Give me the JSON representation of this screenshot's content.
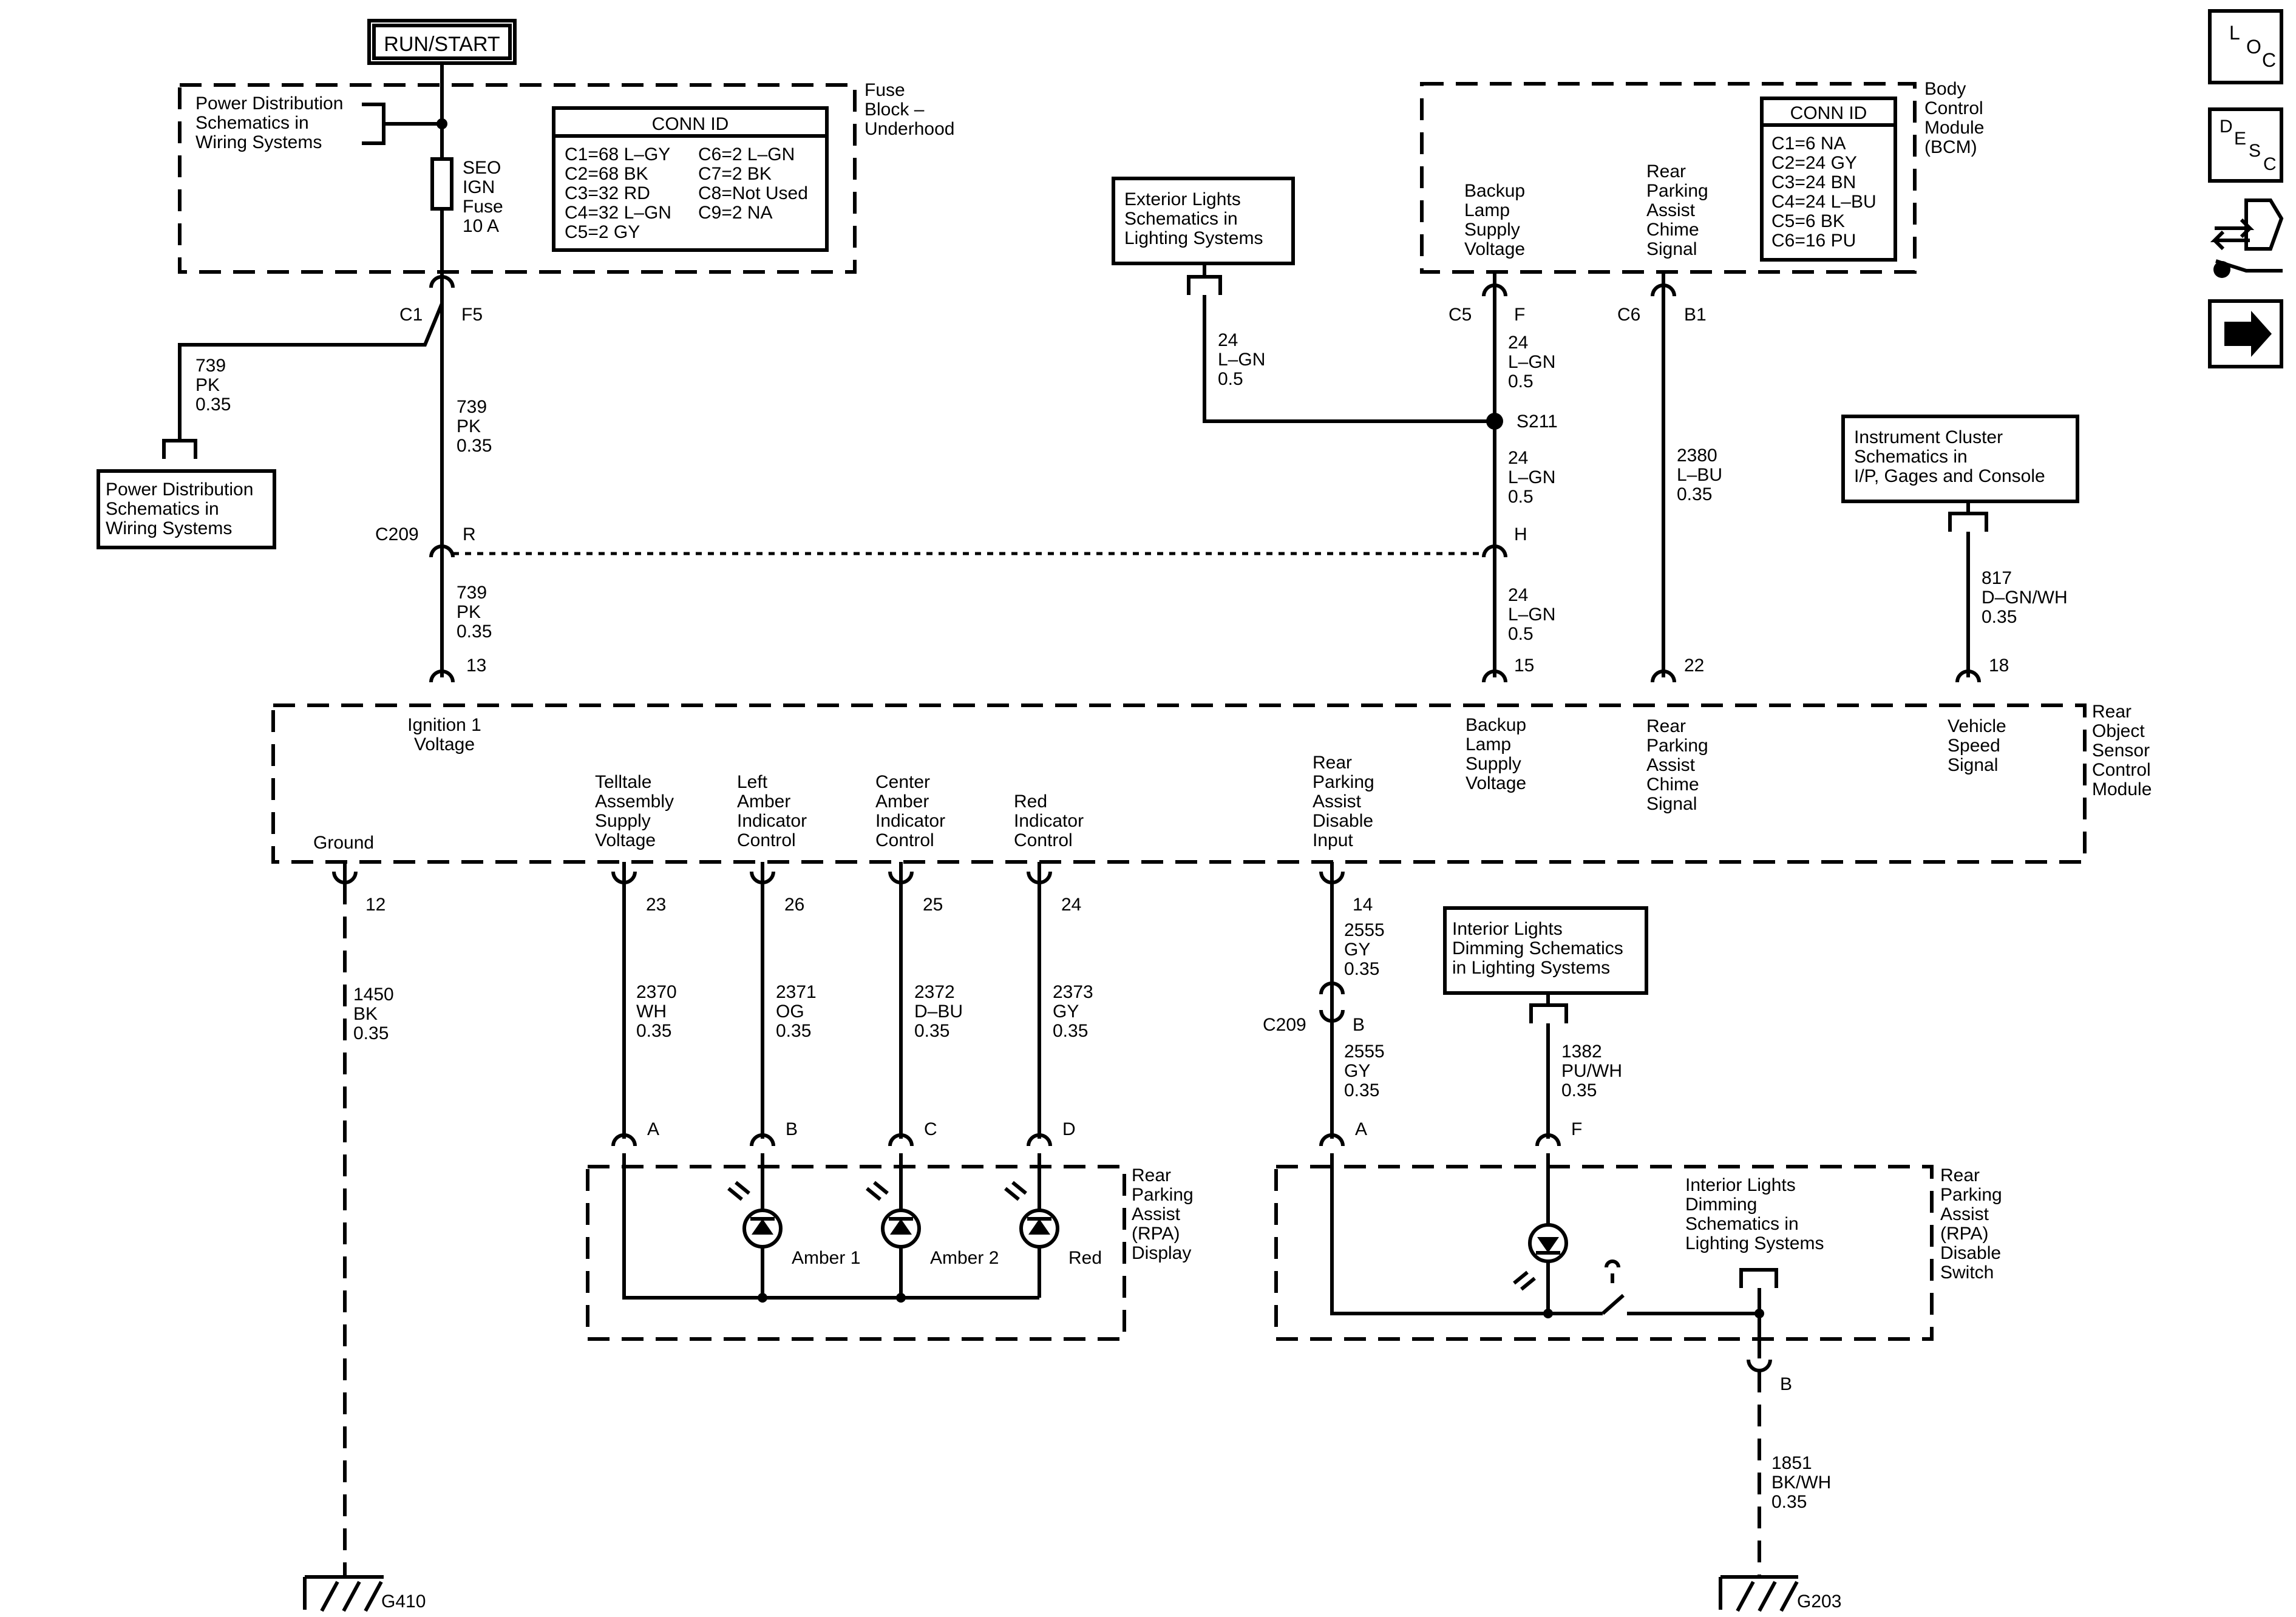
{
  "title_badge": "RUN/START",
  "nav_icons": {
    "loc": "L O C",
    "desc": "D E S C",
    "connector": "connector-end-view-icon",
    "next": "next-arrow-icon"
  },
  "fuse_block": {
    "label": [
      "Fuse",
      "Block –",
      "Underhood"
    ],
    "power_dist_ref": [
      "Power Distribution",
      "Schematics in",
      "Wiring Systems"
    ],
    "fuse": [
      "SEO",
      "IGN",
      "Fuse",
      "10 A"
    ],
    "conn_id_title": "CONN ID",
    "conn_col1": [
      "C1=68 L–GY",
      "C2=68 BK",
      "C3=32 RD",
      "C4=32 L–GN",
      "C5=2 GY"
    ],
    "conn_col2": [
      "C6=2 L–GN",
      "C7=2 BK",
      "C8=Not Used",
      "C9=2 NA"
    ],
    "conn": "C1",
    "pin": "F5"
  },
  "bcm": {
    "label": [
      "Body",
      "Control",
      "Module",
      "(BCM)"
    ],
    "backup_lamp": [
      "Backup",
      "Lamp",
      "Supply",
      "Voltage"
    ],
    "chime": [
      "Rear",
      "Parking",
      "Assist",
      "Chime",
      "Signal"
    ],
    "conn_id_title": "CONN ID",
    "conn_list": [
      "C1=6 NA",
      "C2=24 GY",
      "C3=24 BN",
      "C4=24 L–BU",
      "C5=6 BK",
      "C6=16 PU"
    ],
    "c5": "C5",
    "f": "F",
    "c6": "C6",
    "b1": "B1"
  },
  "refs": {
    "exterior_lights": [
      "Exterior Lights",
      "Schematics in",
      "Lighting Systems"
    ],
    "power_dist2": [
      "Power Distribution",
      "Schematics in",
      "Wiring Systems"
    ],
    "instrument_cluster": [
      "Instrument Cluster",
      "Schematics in",
      "I/P, Gages and Console"
    ],
    "interior_dimming": [
      "Interior Lights",
      "Dimming Schematics",
      "in Lighting Systems"
    ],
    "interior_dimming2": [
      "Interior Lights",
      "Dimming",
      "Schematics in",
      "Lighting Systems"
    ]
  },
  "wires": {
    "w739a": [
      "739",
      "PK",
      "0.35"
    ],
    "w739b": [
      "739",
      "PK",
      "0.35"
    ],
    "w739c": [
      "739",
      "PK",
      "0.35"
    ],
    "w24a": [
      "24",
      "L–GN",
      "0.5"
    ],
    "w24b": [
      "24",
      "L–GN",
      "0.5"
    ],
    "w24c": [
      "24",
      "L–GN",
      "0.5"
    ],
    "w24d": [
      "24",
      "L–GN",
      "0.5"
    ],
    "w2380": [
      "2380",
      "L–BU",
      "0.35"
    ],
    "w817": [
      "817",
      "D–GN/WH",
      "0.35"
    ],
    "w1450": [
      "1450",
      "BK",
      "0.35"
    ],
    "w2370": [
      "2370",
      "WH",
      "0.35"
    ],
    "w2371": [
      "2371",
      "OG",
      "0.35"
    ],
    "w2372": [
      "2372",
      "D–BU",
      "0.35"
    ],
    "w2373": [
      "2373",
      "GY",
      "0.35"
    ],
    "w2555a": [
      "2555",
      "GY",
      "0.35"
    ],
    "w2555b": [
      "2555",
      "GY",
      "0.35"
    ],
    "w1382": [
      "1382",
      "PU/WH",
      "0.35"
    ],
    "w1851": [
      "1851",
      "BK/WH",
      "0.35"
    ]
  },
  "splices": {
    "s211": "S211",
    "c209": "C209",
    "c209b": "C209",
    "r": "R",
    "h": "H",
    "b": "B"
  },
  "module": {
    "label": [
      "Rear",
      "Object",
      "Sensor",
      "Control",
      "Module"
    ],
    "ign": [
      "Ignition 1",
      "Voltage"
    ],
    "backup": [
      "Backup",
      "Lamp",
      "Supply",
      "Voltage"
    ],
    "chime": [
      "Rear",
      "Parking",
      "Assist",
      "Chime",
      "Signal"
    ],
    "vss": [
      "Vehicle",
      "Speed",
      "Signal"
    ],
    "ground": "Ground",
    "telltale": [
      "Telltale",
      "Assembly",
      "Supply",
      "Voltage"
    ],
    "left_amber": [
      "Left",
      "Amber",
      "Indicator",
      "Control"
    ],
    "center_amber": [
      "Center",
      "Amber",
      "Indicator",
      "Control"
    ],
    "red": [
      "Red",
      "Indicator",
      "Control"
    ],
    "disable": [
      "Rear",
      "Parking",
      "Assist",
      "Disable",
      "Input"
    ],
    "pins": {
      "p13": "13",
      "p15": "15",
      "p22": "22",
      "p18": "18",
      "p12": "12",
      "p23": "23",
      "p26": "26",
      "p25": "25",
      "p24": "24",
      "p14": "14"
    }
  },
  "display": {
    "label": [
      "Rear",
      "Parking",
      "Assist",
      "(RPA)",
      "Display"
    ],
    "amber1": "Amber 1",
    "amber2": "Amber 2",
    "red": "Red",
    "pins": {
      "a": "A",
      "b": "B",
      "c": "C",
      "d": "D"
    }
  },
  "switch": {
    "label": [
      "Rear",
      "Parking",
      "Assist",
      "(RPA)",
      "Disable",
      "Switch"
    ],
    "pin_a": "A",
    "pin_f": "F",
    "pin_b": "B"
  },
  "grounds": {
    "g410": "G410",
    "g203": "G203"
  }
}
